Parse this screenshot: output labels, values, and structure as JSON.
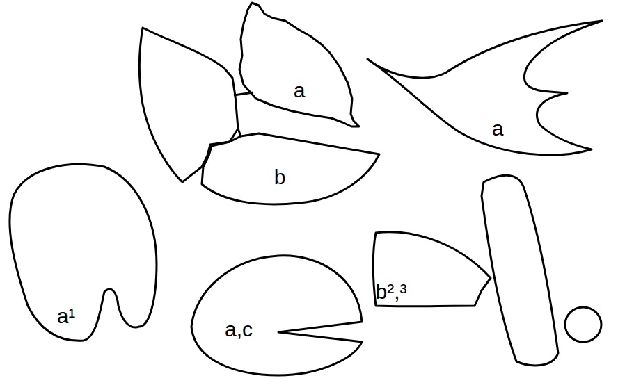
{
  "diagram": {
    "nodes": [
      {
        "text": [
          "a"
        ]
      },
      {
        "text": [
          "a"
        ]
      },
      {
        "text": [
          "b"
        ]
      },
      {
        "text": [
          "b²,³"
        ]
      },
      {
        "text": [
          "a¹"
        ]
      },
      {
        "text": [
          "a,c"
        ]
      }
    ]
  }
}
